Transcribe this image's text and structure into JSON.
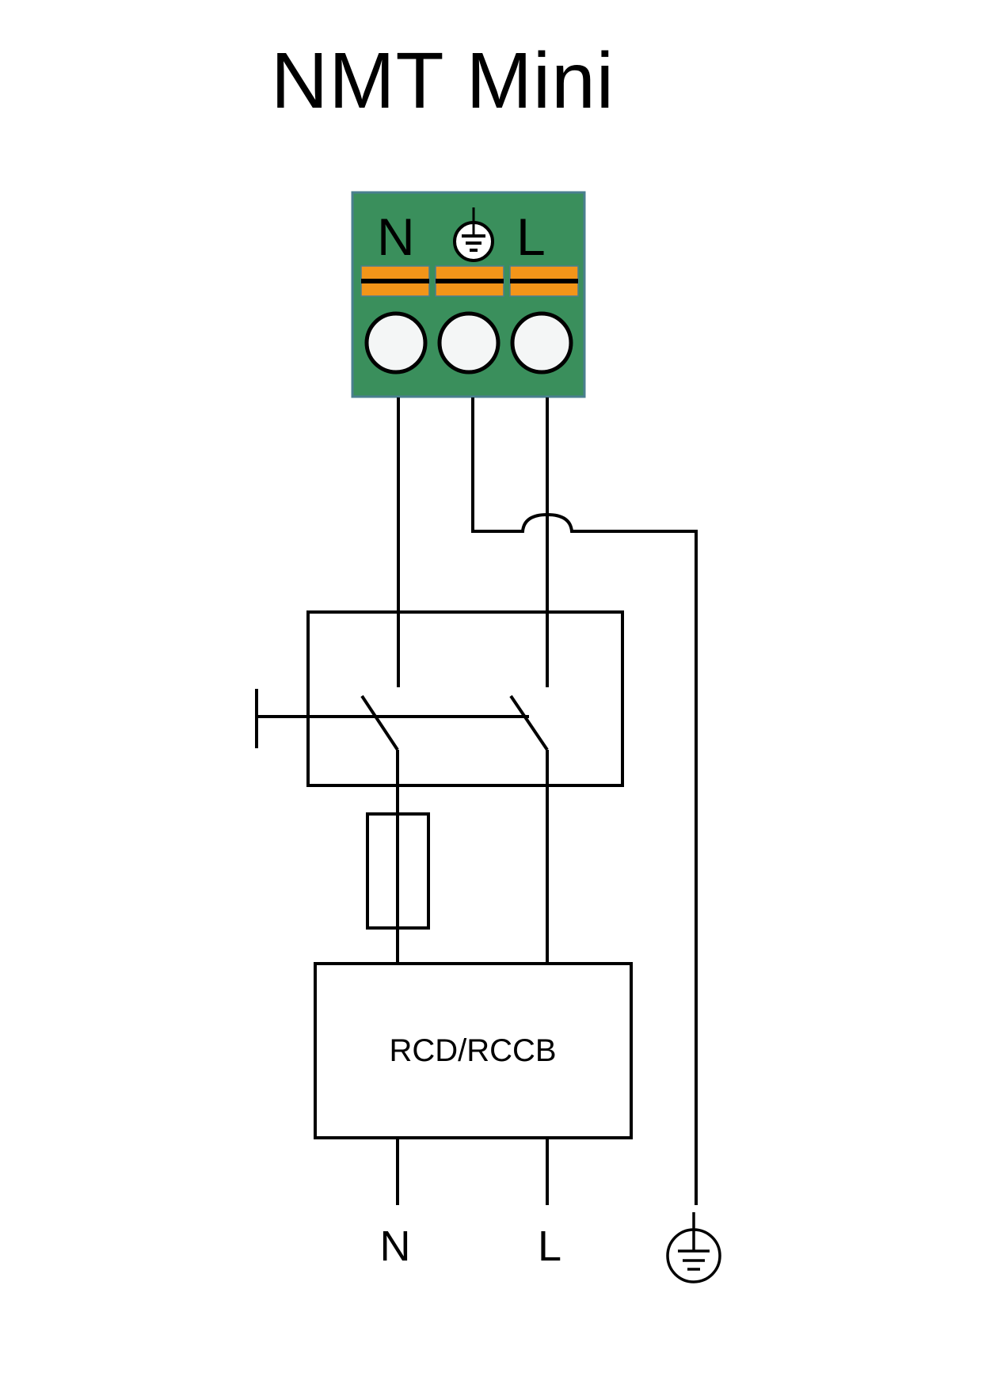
{
  "title": "NMT Mini",
  "colors": {
    "terminal_block": "#3a8f5c",
    "terminal_border": "#4a7f8f",
    "clamp_orange": "#f39519",
    "screw_fill": "#f4f6f6",
    "line": "#000000"
  },
  "terminal_block": {
    "labels": {
      "neutral": "N",
      "earth_icon": "protective-earth-icon",
      "live": "L"
    }
  },
  "components": {
    "breaker": "double-pole-switch",
    "fuse": "fuse",
    "rcd_label": "RCD/RCCB"
  },
  "outputs": {
    "neutral": "N",
    "live": "L",
    "earth_icon": "protective-earth-icon"
  }
}
